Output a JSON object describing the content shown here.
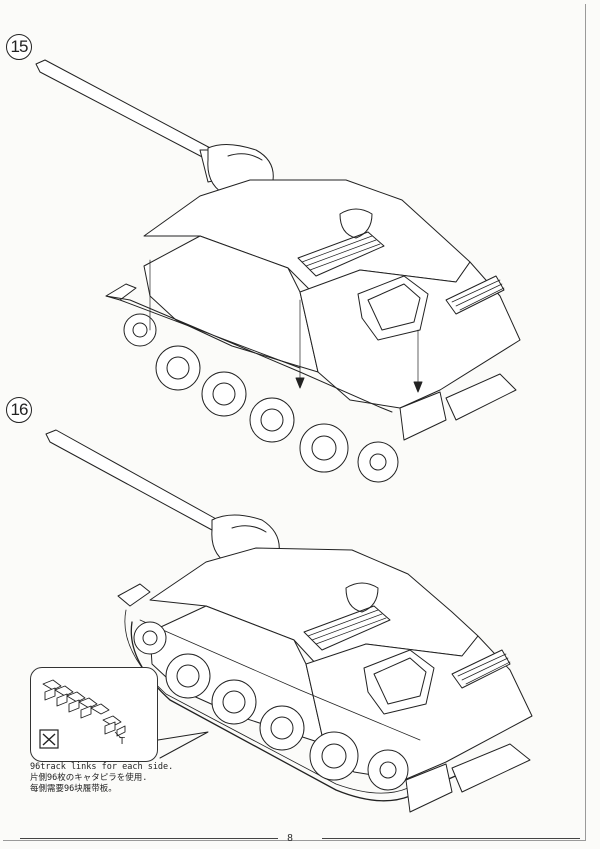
{
  "steps": [
    {
      "number": "15"
    },
    {
      "number": "16"
    }
  ],
  "callout": {
    "letter": "T",
    "lines": [
      "96track links for each side.",
      "片側96枚のキャタピラを使用.",
      "每側需要96块履带板。"
    ]
  },
  "footer": {
    "page_number": "8"
  },
  "icons": {
    "no_glue": "no-glue-symbol",
    "track_link": "track-link-sketch"
  }
}
